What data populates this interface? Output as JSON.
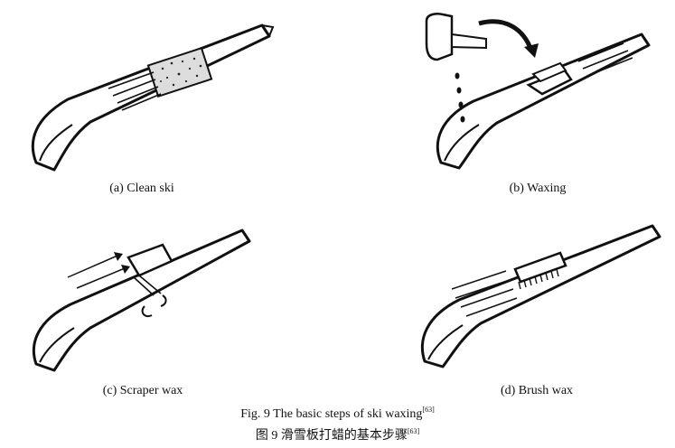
{
  "panels": [
    {
      "id": "a",
      "caption": "(a) Clean ski"
    },
    {
      "id": "b",
      "caption": "(b) Waxing"
    },
    {
      "id": "c",
      "caption": "(c) Scraper wax"
    },
    {
      "id": "d",
      "caption": "(d) Brush wax"
    }
  ],
  "figure": {
    "caption_en": "Fig. 9  The basic steps of ski waxing",
    "caption_zh": "图 9    滑雪板打蜡的基本步骤",
    "ref": "[63]"
  }
}
